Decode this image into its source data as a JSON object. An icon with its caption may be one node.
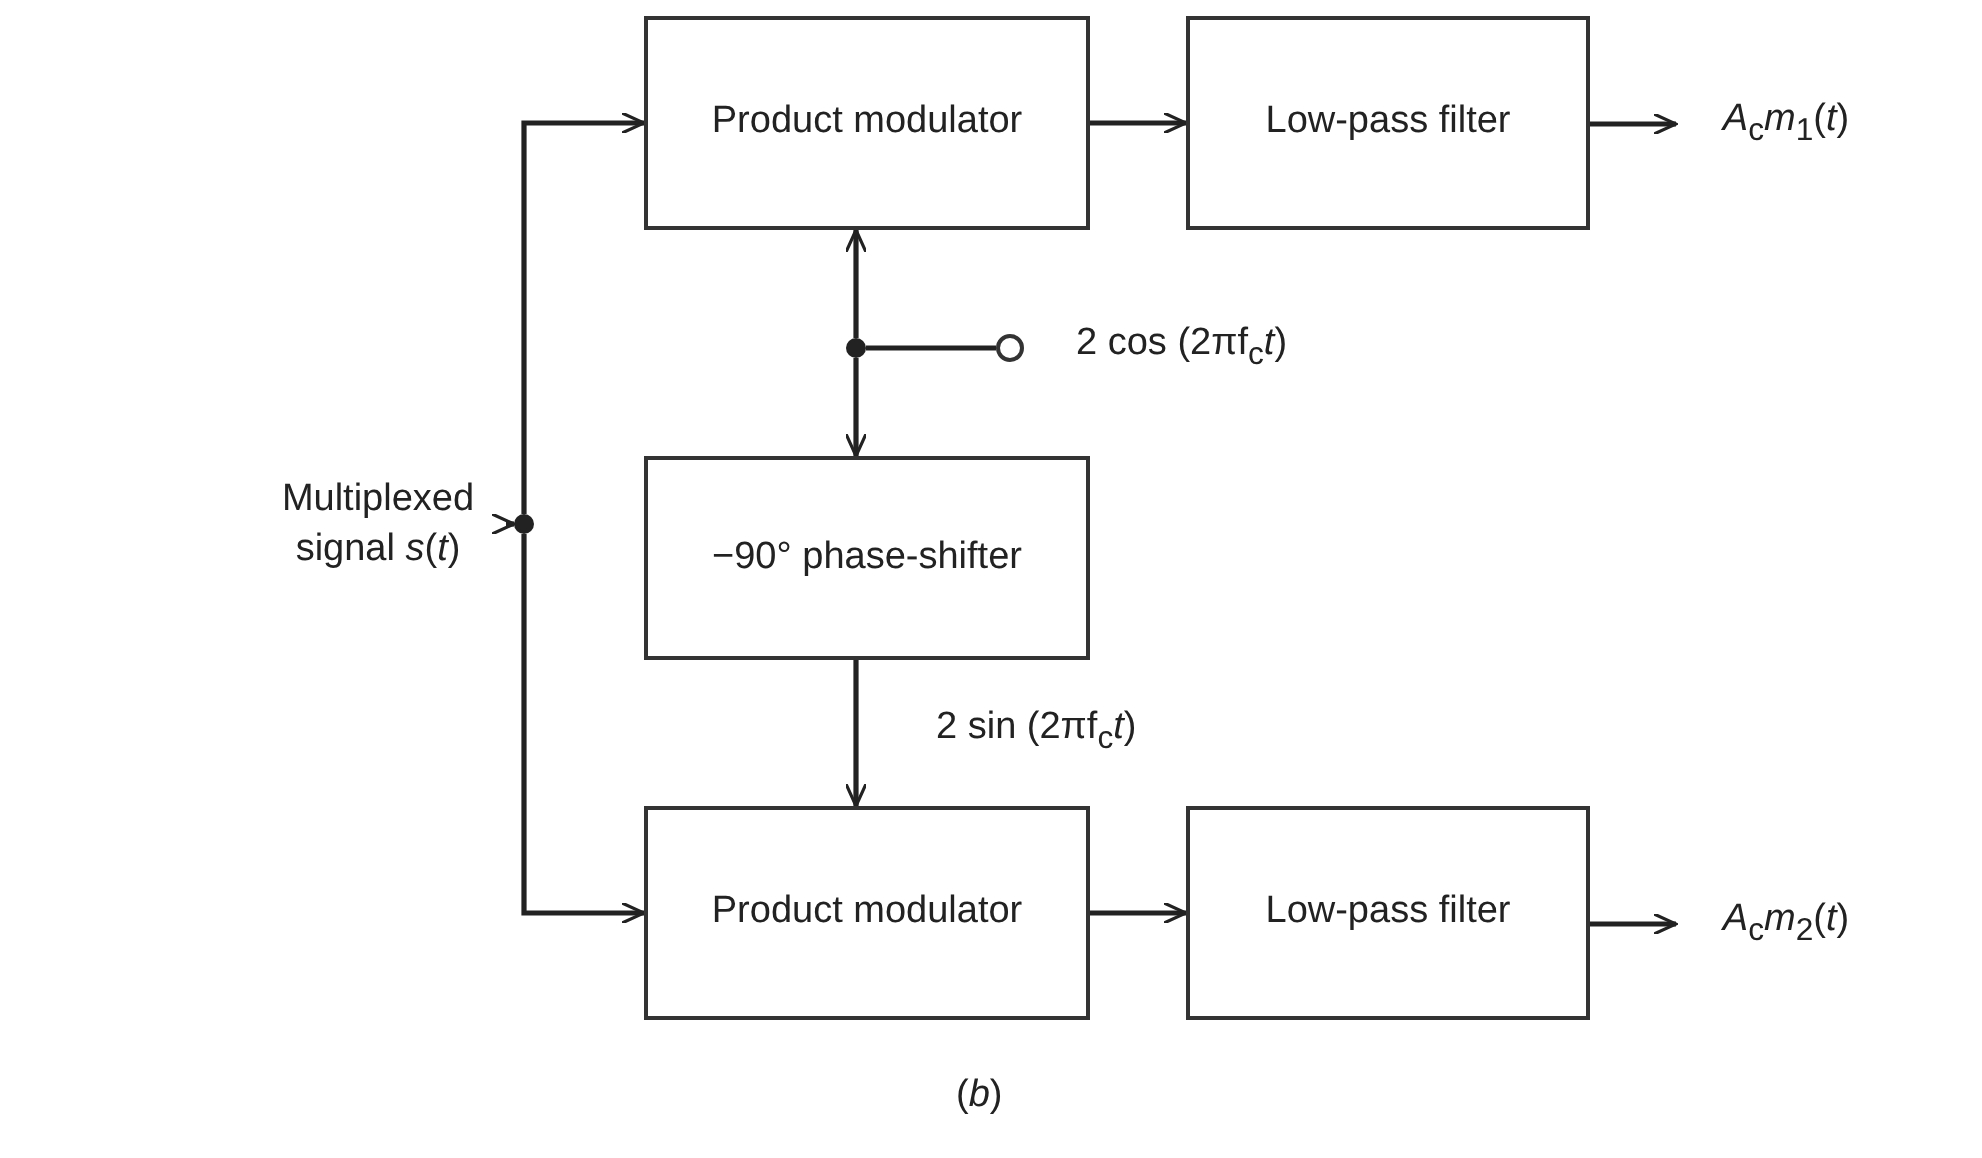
{
  "diagram": {
    "caption": "(*b*)",
    "nodes": [
      {
        "text": [
          "Multiplexed signal *s*(*t*)"
        ]
      },
      {
        "text": [],
        "shape": "circle"
      },
      {
        "text": [
          "Product modulator"
        ]
      },
      {
        "text": [
          "Low-pass filter"
        ]
      },
      {
        "text": [
          "*A*$_{c}$*m*$_{1}$(*t*)"
        ]
      },
      {
        "text": [],
        "shape": "circle"
      },
      {
        "text": [],
        "shape": "circle",
        "beside": [
          "2 cos (2πf$_{c}$*t*)"
        ]
      },
      {
        "text": [
          "−90° phase-shifter"
        ]
      },
      {
        "text": [
          "Product modulator"
        ]
      },
      {
        "text": [
          "Low-pass filter"
        ]
      },
      {
        "text": [
          "*A*$_{c}$*m*$_{2}$(*t*)"
        ]
      }
    ],
    "edges": [
      {
        "from": 0,
        "to": 1,
        "arrow": "to"
      },
      {
        "from": 1,
        "to": 2,
        "arrow": "to"
      },
      {
        "from": 1,
        "to": 8,
        "arrow": "to"
      },
      {
        "from": 2,
        "to": 3,
        "arrow": "to"
      },
      {
        "from": 3,
        "to": 4,
        "arrow": "to"
      },
      {
        "from": 6,
        "to": 5,
        "arrow": "none"
      },
      {
        "from": 5,
        "to": 2,
        "arrow": "to"
      },
      {
        "from": 5,
        "to": 7,
        "arrow": "to"
      },
      {
        "from": 7,
        "to": 8,
        "arrow": "to",
        "label": "2 sin (2πf$_{c}$*t*)"
      },
      {
        "from": 8,
        "to": 9,
        "arrow": "to"
      },
      {
        "from": 9,
        "to": 10,
        "arrow": "to"
      }
    ]
  }
}
